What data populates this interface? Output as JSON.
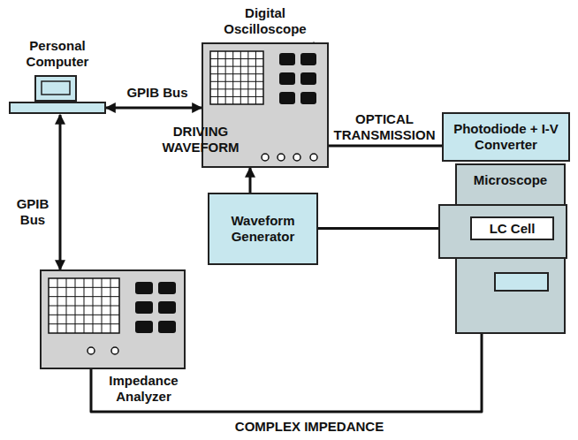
{
  "diagram": {
    "nodes": [
      {
        "text": [
          "Personal Computer"
        ]
      },
      {
        "text": [
          "Digital Oscilloscope"
        ]
      },
      {
        "text": [
          "Photodiode + I-V Converter"
        ]
      },
      {
        "text": [
          "Microscope"
        ]
      },
      {
        "text": [
          "LC Cell"
        ],
        "in": 3
      },
      {
        "text": [
          "Waveform Generator"
        ]
      },
      {
        "text": [
          "Impedance Analyzer"
        ]
      }
    ],
    "edges": [
      {
        "from": 0,
        "to": 1,
        "label": "GPIB Bus",
        "arrow": "both"
      },
      {
        "from": 0,
        "to": 6,
        "label": "GPIB Bus",
        "arrow": "both"
      },
      {
        "from": 2,
        "to": 1,
        "label": "OPTICAL TRANSMISSION",
        "arrow": "to"
      },
      {
        "from": 5,
        "to": 1,
        "label": "DRIVING WAVEFORM",
        "arrow": "to"
      },
      {
        "from": 5,
        "to": 4,
        "arrow": "to"
      },
      {
        "from": 6,
        "to": 4,
        "label": "COMPLEX IMPEDANCE",
        "arrow": "to"
      }
    ]
  }
}
